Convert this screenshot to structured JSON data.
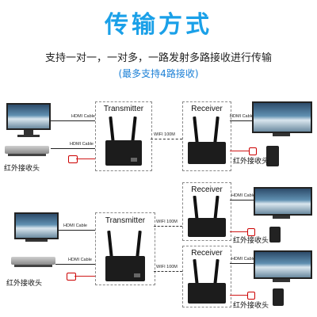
{
  "header": {
    "title": "传输方式",
    "subtitle": "支持一对一，一对多，一路发射多路接收进行传输",
    "note": "(最多支持4路接收)"
  },
  "diagram1": {
    "transmitter_label": "Transmitter",
    "receiver_label": "Receiver",
    "hdmi_cable_in_1": "HDMI Cable",
    "hdmi_cable_in_2": "HDMI Cable",
    "hdmi_cable_out": "HDMI Cable",
    "wifi_label": "WIFI 100M",
    "ir_left": "红外接收头",
    "ir_right": "红外接收头"
  },
  "diagram2": {
    "transmitter_label": "Transmitter",
    "receiver_a_label": "Receiver",
    "receiver_b_label": "Receiver",
    "hdmi_cable_in_1": "HDMI Cable",
    "hdmi_cable_in_2": "HDMI Cable",
    "hdmi_cable_out_a": "HDMI Cable",
    "hdmi_cable_out_b": "HDMI Cable",
    "wifi_label_a": "WIFI  100M",
    "wifi_label_b": "WIFI 100M",
    "ir_left": "红外接收头",
    "ir_right_a": "红外接收头",
    "ir_right_b": "红外接收头"
  }
}
